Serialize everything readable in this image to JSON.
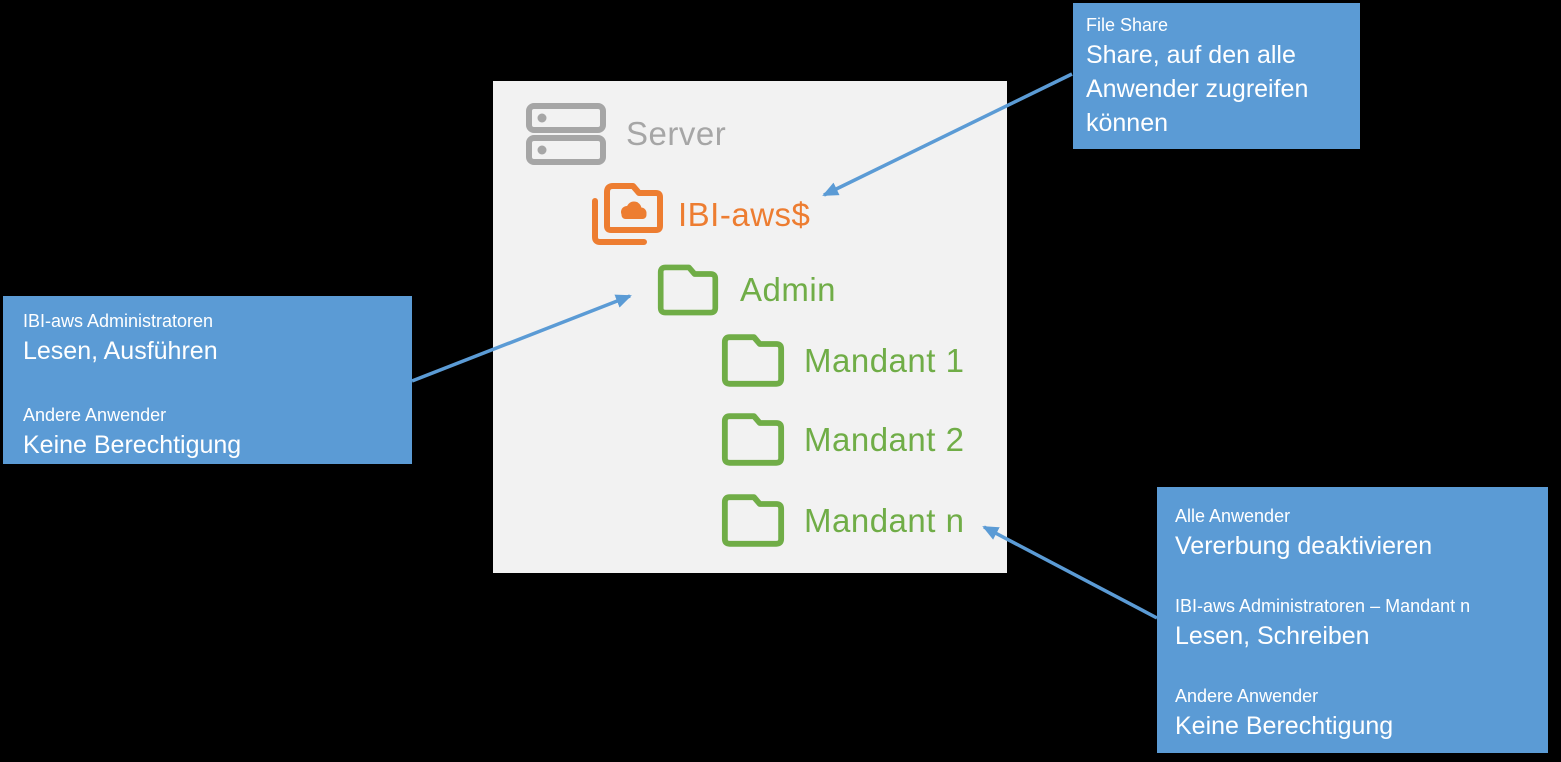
{
  "colors": {
    "background": "#000000",
    "panel_background": "#F2F2F2",
    "callout_background": "#5B9BD5",
    "arrow_blue": "#5B9BD5",
    "server_gray": "#A6A6A6",
    "share_orange": "#ED7D31",
    "folder_green": "#70AD47",
    "callout_text": "#FFFFFF"
  },
  "tree": {
    "server_label": "Server",
    "items": [
      {
        "label": "IBI-aws$",
        "type": "shared-folder"
      },
      {
        "label": "Admin",
        "type": "folder"
      },
      {
        "label": "Mandant 1",
        "type": "folder"
      },
      {
        "label": "Mandant 2",
        "type": "folder"
      },
      {
        "label": "Mandant n",
        "type": "folder"
      }
    ]
  },
  "callouts": {
    "file_share": {
      "groups": [
        {
          "label": "File Share",
          "value": "Share, auf den alle Anwender zugreifen können"
        }
      ],
      "points_to": "IBI-aws$"
    },
    "admin_permissions": {
      "groups": [
        {
          "label": "IBI-aws Administratoren",
          "value": "Lesen, Ausführen"
        },
        {
          "label": "Andere Anwender",
          "value": "Keine Berechtigung"
        }
      ],
      "points_to": "Admin"
    },
    "mandant_permissions": {
      "groups": [
        {
          "label": "Alle Anwender",
          "value": "Vererbung deaktivieren"
        },
        {
          "label": "IBI-aws Administratoren – Mandant n",
          "value": "Lesen, Schreiben"
        },
        {
          "label": "Andere Anwender",
          "value": "Keine Berechtigung"
        }
      ],
      "points_to": "Mandant n"
    }
  }
}
